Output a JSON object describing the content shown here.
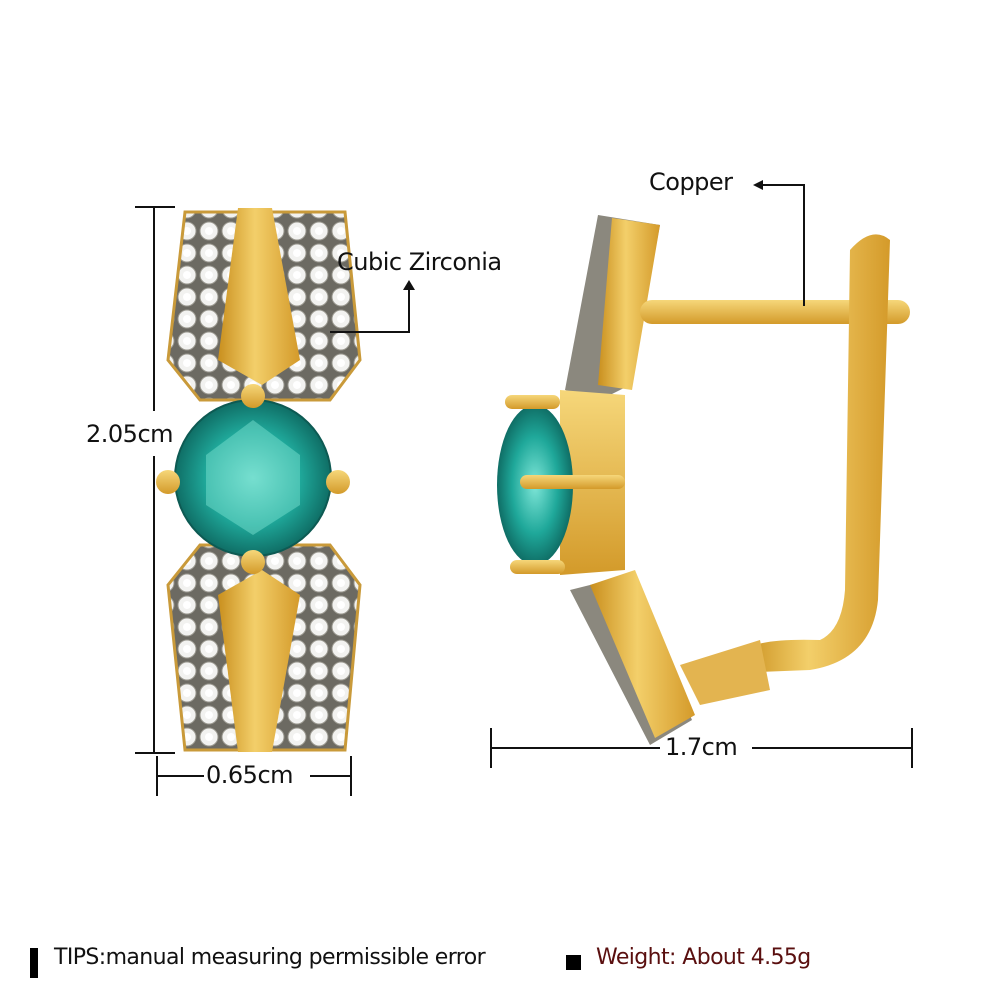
{
  "product": {
    "type": "earrings",
    "metal_color": "#e8b640",
    "gem_color": "#1fa89a"
  },
  "annotations": {
    "material_stones": "Cubic Zirconia",
    "material_metal": "Copper"
  },
  "dimensions": {
    "height": "2.05cm",
    "width": "0.65cm",
    "depth": "1.7cm"
  },
  "footer": {
    "tips": "TIPS:manual measuring permissible error",
    "weight": "Weight: About 4.55g",
    "weight_color": "#5a0f0f"
  }
}
